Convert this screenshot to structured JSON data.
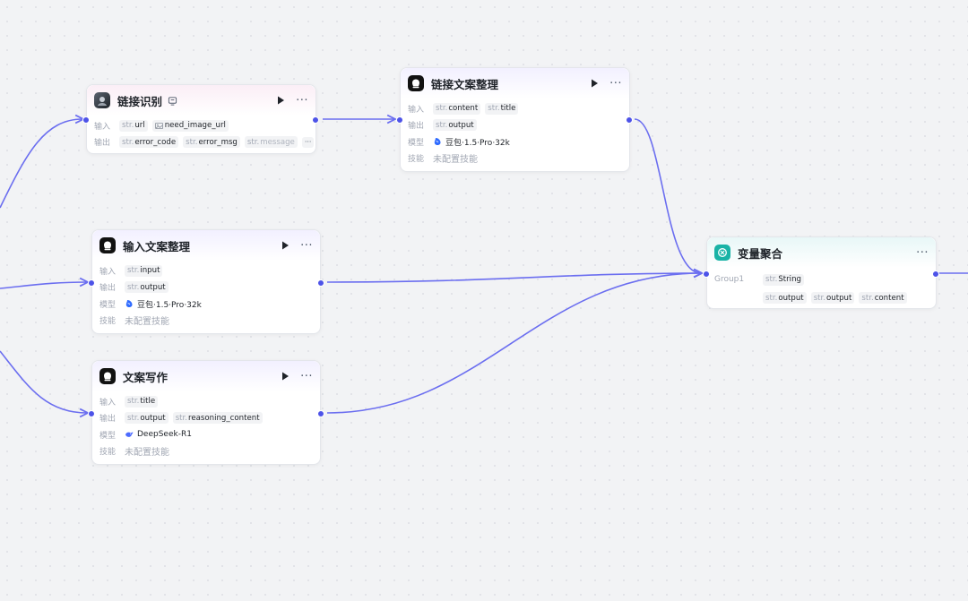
{
  "labels": {
    "input": "输入",
    "output": "输出",
    "model": "模型",
    "skill": "技能",
    "type_str": "str.",
    "more": "···",
    "row_more": "···"
  },
  "colors": {
    "edge": "#6b6ef0",
    "port": "#4d53e8",
    "accent_teal": "#19b3a6"
  },
  "nodes": {
    "link_recognition": {
      "title": "链接识别",
      "icon": "photo-avatar-icon",
      "inputs": [
        {
          "type": "str.",
          "name": "url"
        },
        {
          "type": "image-icon",
          "name": "need_image_url"
        }
      ],
      "outputs": [
        {
          "type": "str.",
          "name": "error_code"
        },
        {
          "type": "str.",
          "name": "error_msg"
        },
        {
          "type": "str.",
          "name": "message"
        }
      ]
    },
    "link_copy": {
      "title": "链接文案整理",
      "icon": "llm-icon",
      "inputs": [
        {
          "type": "str.",
          "name": "content"
        },
        {
          "type": "str.",
          "name": "title"
        }
      ],
      "outputs": [
        {
          "type": "str.",
          "name": "output"
        }
      ],
      "model": "豆包·1.5·Pro·32k",
      "skill": "未配置技能"
    },
    "input_copy": {
      "title": "输入文案整理",
      "icon": "llm-icon",
      "inputs": [
        {
          "type": "str.",
          "name": "input"
        }
      ],
      "outputs": [
        {
          "type": "str.",
          "name": "output"
        }
      ],
      "model": "豆包·1.5·Pro·32k",
      "skill": "未配置技能"
    },
    "copywriting": {
      "title": "文案写作",
      "icon": "llm-icon",
      "inputs": [
        {
          "type": "str.",
          "name": "title"
        }
      ],
      "outputs": [
        {
          "type": "str.",
          "name": "output"
        },
        {
          "type": "str.",
          "name": "reasoning_content"
        }
      ],
      "model": "DeepSeek-R1",
      "skill": "未配置技能"
    },
    "aggregate": {
      "title": "变量聚合",
      "icon": "aggregate-icon",
      "group": "Group1",
      "group_type": {
        "type": "str.",
        "name": "String"
      },
      "vars": [
        {
          "type": "str.",
          "name": "output"
        },
        {
          "type": "str.",
          "name": "output"
        },
        {
          "type": "str.",
          "name": "content"
        }
      ]
    }
  }
}
